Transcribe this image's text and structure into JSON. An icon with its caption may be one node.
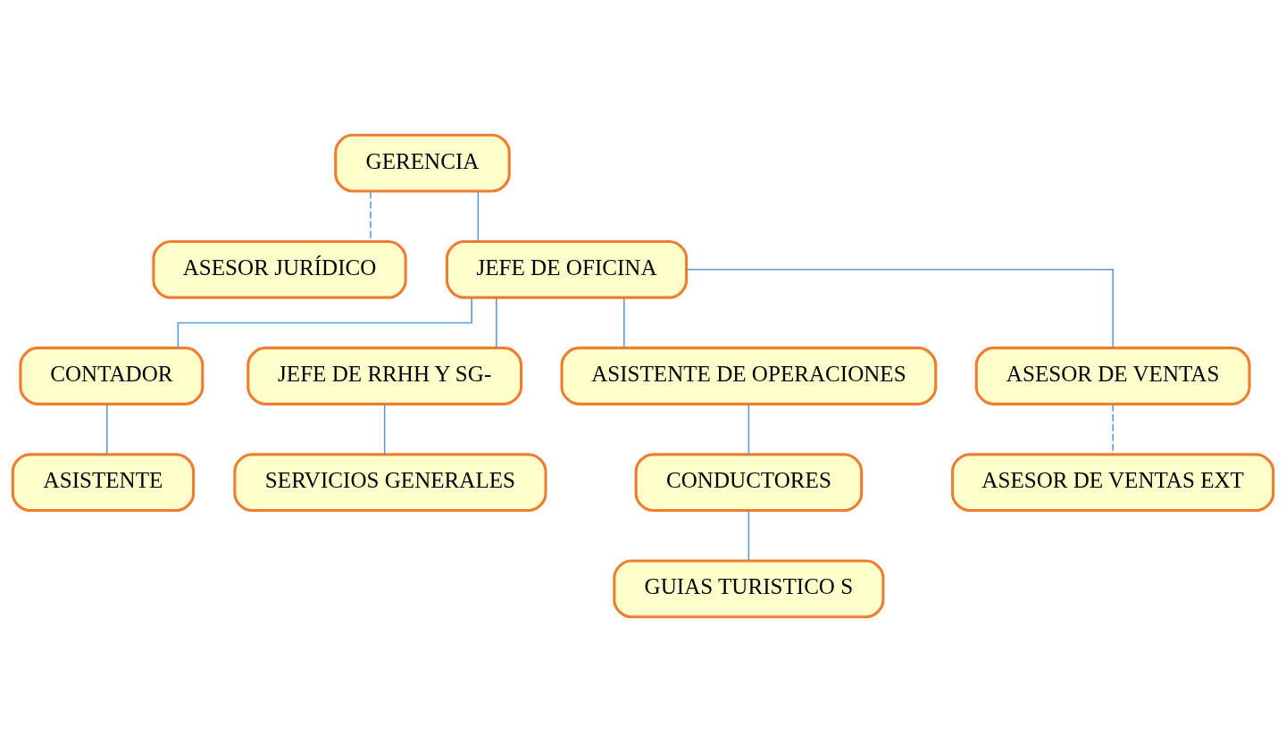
{
  "diagram": {
    "nodes": [
      {
        "text": [
          "GERENCIA"
        ]
      },
      {
        "text": [
          "ASESOR JURÍDICO"
        ]
      },
      {
        "text": [
          "JEFE DE OFICINA"
        ]
      },
      {
        "text": [
          "CONTADOR"
        ]
      },
      {
        "text": [
          "JEFE DE RRHH Y SG-"
        ]
      },
      {
        "text": [
          "ASISTENTE"
        ]
      },
      {
        "text": [
          "ASISTENTE DE OPERACIONES"
        ]
      },
      {
        "text": [
          "ASESOR DE VENTAS"
        ]
      },
      {
        "text": [
          "CONDUCTORES"
        ]
      },
      {
        "text": [
          "ASESOR DE VENTAS EXT"
        ]
      },
      {
        "text": [
          "SERVICIOS GENERALES"
        ]
      },
      {
        "text": [
          "GUIAS TURISTICO S"
        ]
      }
    ],
    "edges": [
      {
        "from": 0,
        "to": 2,
        "arrow": "none"
      },
      {
        "from": 0,
        "to": 1,
        "arrow": "none",
        "style": "dashed"
      },
      {
        "from": 2,
        "to": 3,
        "arrow": "none"
      },
      {
        "from": 2,
        "to": 6,
        "arrow": "none"
      },
      {
        "from": 2,
        "to": 7,
        "arrow": "none"
      },
      {
        "from": 2,
        "to": 4,
        "arrow": "none"
      },
      {
        "from": 3,
        "to": 5,
        "arrow": "none"
      },
      {
        "from": 6,
        "to": 8,
        "arrow": "none"
      },
      {
        "from": 8,
        "to": 11,
        "arrow": "none"
      },
      {
        "from": 7,
        "to": 9,
        "arrow": "none",
        "style": "dashed"
      },
      {
        "from": 4,
        "to": 10,
        "arrow": "none"
      }
    ]
  }
}
